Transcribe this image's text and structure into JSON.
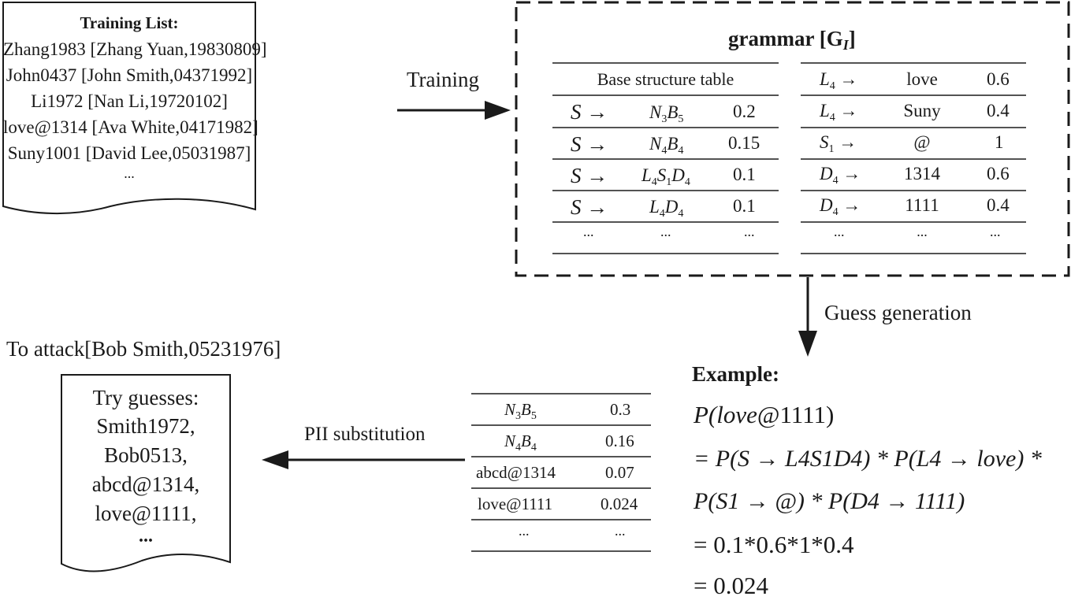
{
  "training_doc": {
    "title": "Training List:",
    "entries": [
      "Zhang1983 [Zhang Yuan,19830809]",
      "John0437 [John Smith,04371992]",
      "Li1972 [Nan Li,19720102]",
      "love@1314 [Ava White,04171982]",
      "Suny1001 [David Lee,05031987]",
      "..."
    ]
  },
  "arrow_training_label": "Training",
  "grammar_box": {
    "title": "grammar [G",
    "title_sub": "I",
    "title_close": "]",
    "base_table": {
      "header": "Base structure table",
      "rows": [
        {
          "lhs": "S →",
          "rhs_a": "N",
          "rhs_a_sub": "3",
          "rhs_b": "B",
          "rhs_b_sub": "5",
          "rhs_c": "",
          "rhs_c_sub": "",
          "prob": "0.2"
        },
        {
          "lhs": "S →",
          "rhs_a": "N",
          "rhs_a_sub": "4",
          "rhs_b": "B",
          "rhs_b_sub": "4",
          "rhs_c": "",
          "rhs_c_sub": "",
          "prob": "0.15"
        },
        {
          "lhs": "S →",
          "rhs_a": "L",
          "rhs_a_sub": "4",
          "rhs_b": "S",
          "rhs_b_sub": "1",
          "rhs_c": "D",
          "rhs_c_sub": "4",
          "prob": "0.1"
        },
        {
          "lhs": "S →",
          "rhs_a": "L",
          "rhs_a_sub": "4",
          "rhs_b": "D",
          "rhs_b_sub": "4",
          "rhs_c": "",
          "rhs_c_sub": "",
          "prob": "0.1"
        },
        {
          "lhs": "...",
          "rhs_a": "...",
          "rhs_a_sub": "",
          "rhs_b": "",
          "rhs_b_sub": "",
          "rhs_c": "",
          "rhs_c_sub": "",
          "prob": "..."
        }
      ]
    },
    "terminal_table": {
      "rows": [
        {
          "sym": "L",
          "sub": "4",
          "val": "love",
          "prob": "0.6"
        },
        {
          "sym": "L",
          "sub": "4",
          "val": "Suny",
          "prob": "0.4"
        },
        {
          "sym": "S",
          "sub": "1",
          "val": "@",
          "prob": "1"
        },
        {
          "sym": "D",
          "sub": "4",
          "val": "1314",
          "prob": "0.6"
        },
        {
          "sym": "D",
          "sub": "4",
          "val": "1111",
          "prob": "0.4"
        },
        {
          "sym": "...",
          "sub": "",
          "val": "...",
          "prob": "..."
        }
      ]
    },
    "arrow_glyph": "→"
  },
  "arrow_guess_label": "Guess generation",
  "attack_target": "To attack[Bob Smith,05231976]",
  "guess_doc": {
    "title": "Try guesses:",
    "entries": [
      "Smith1972,",
      "Bob0513,",
      "abcd@1314,",
      "love@1111,",
      "..."
    ]
  },
  "arrow_pii_label": "PII substitution",
  "guess_table": {
    "rows": [
      {
        "a": "N",
        "a_sub": "3",
        "b": "B",
        "b_sub": "5",
        "text": "",
        "prob": "0.3"
      },
      {
        "a": "N",
        "a_sub": "4",
        "b": "B",
        "b_sub": "4",
        "text": "",
        "prob": "0.16"
      },
      {
        "a": "",
        "a_sub": "",
        "b": "",
        "b_sub": "",
        "text": "abcd@1314",
        "prob": "0.07"
      },
      {
        "a": "",
        "a_sub": "",
        "b": "",
        "b_sub": "",
        "text": "love@1111",
        "prob": "0.024"
      },
      {
        "a": "",
        "a_sub": "",
        "b": "",
        "b_sub": "",
        "text": "...",
        "prob": "..."
      }
    ]
  },
  "example": {
    "title": "Example:",
    "line1_prefix": "P(",
    "line1_word": "love",
    "line1_rest": "@1111)",
    "line2": "= P(S → L4S1D4) * P(L4 → love) *",
    "line3": "P(S1 → @) * P(D4 → 1111)",
    "line4": "= 0.1*0.6*1*0.4",
    "line5": "= 0.024"
  },
  "colors": {
    "ink": "#1a1a1a",
    "background": "#ffffff"
  }
}
